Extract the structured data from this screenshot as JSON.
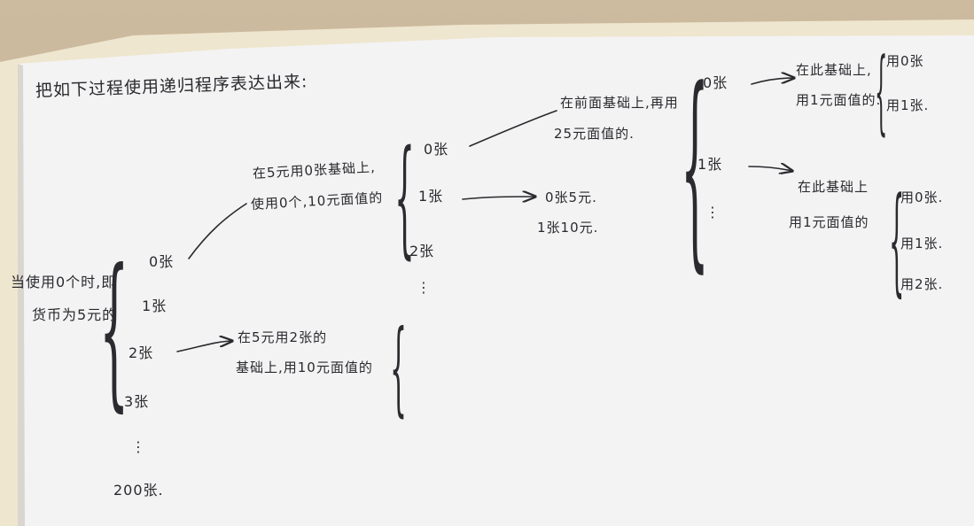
{
  "title": "把如下过程使用递归程序表达出来:",
  "root": {
    "line1": "当使用0个时,即",
    "line2": "货币为5元的"
  },
  "level1": {
    "items": [
      "0张",
      "1张",
      "2张",
      "3张",
      "⋮",
      "200张."
    ],
    "note_a": {
      "line1": "在5元用0张基础上,",
      "line2": "使用0个,10元面值的"
    },
    "note_b": {
      "line1": "在5元用2张的",
      "line2": "基础上,用10元面值的"
    }
  },
  "level2": {
    "items": [
      "0张",
      "1张",
      "2张",
      "⋮"
    ],
    "note": {
      "line1": "在前面基础上,再用",
      "line2": "25元面值的."
    },
    "result": {
      "line1": "0张5元.",
      "line2": "1张10元."
    }
  },
  "level3": {
    "items": [
      "0张",
      "1张",
      "⋮"
    ],
    "note_a": {
      "line1": "在此基础上,",
      "line2": "用1元面值的."
    },
    "note_b": {
      "line1": "在此基础上",
      "line2": "用1元面值的"
    },
    "sub_a": [
      "用0张",
      "用1张."
    ],
    "sub_b": [
      "用0张.",
      "用1张.",
      "用2张."
    ]
  }
}
